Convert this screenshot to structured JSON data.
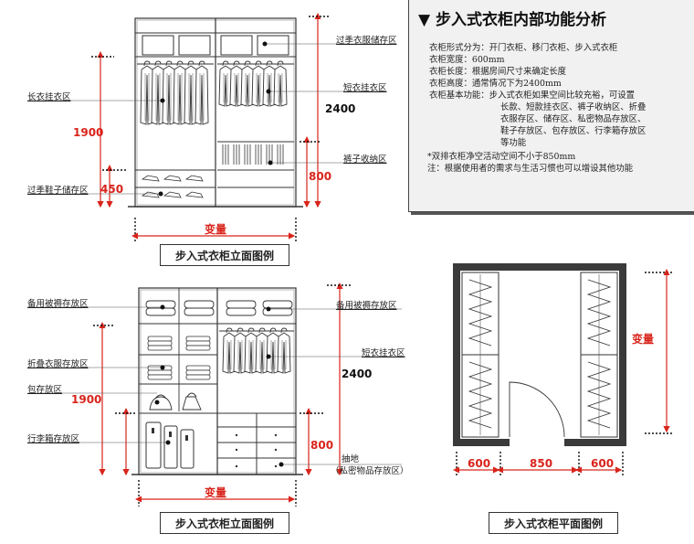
{
  "info_panel": {
    "title": "步入式衣柜内部功能分析",
    "lines": [
      "衣柜形式分为：开门衣柜、移门衣柜、步入式衣柜",
      "衣柜宽度：600mm",
      "衣柜长度：根据房间尺寸来确定长度",
      "衣柜高度：通常情况下为2400mm",
      "衣柜基本功能：步入式衣柜如果空间比较充裕，可设置",
      "长款、短款挂衣区、裤子收纳区、折叠",
      "衣服存区、储存区、私密物品存放区、",
      "鞋子存放区、包存放区、行李箱存放区",
      "等功能",
      "*双排衣柜净空活动空间不小于850mm",
      "注：根据使用者的需求与生活习惯也可以增设其他功能"
    ]
  },
  "top_elevation": {
    "caption": "步入式衣柜立面图例",
    "labels": {
      "long_hang": "长衣挂衣区",
      "shoe_storage": "过季鞋子储存区",
      "season_clothes": "过季衣服储存区",
      "short_hang": "短衣挂衣区",
      "pants": "裤子收纳区"
    },
    "dims": {
      "h1900": "1900",
      "h450": "450",
      "h2400": "2400",
      "h800": "800",
      "width": "变量"
    }
  },
  "bottom_elevation": {
    "caption": "步入式衣柜立面图例",
    "labels": {
      "quilt_left": "备用被褥存放区",
      "folded": "折叠衣服存放区",
      "bag": "包存放区",
      "luggage": "行李箱存放区",
      "quilt_right": "备用被褥存放区",
      "short_hang": "短衣挂衣区",
      "drawer": "抽地",
      "drawer_note": "（私密物品存放区）"
    },
    "dims": {
      "h1900": "1900",
      "h2400": "2400",
      "h800": "800",
      "width": "变量"
    }
  },
  "plan": {
    "caption": "步入式衣柜平面图例",
    "dims": {
      "left": "600",
      "middle": "850",
      "right": "600",
      "side": "变量"
    }
  },
  "colors": {
    "dimension": "#d9241b",
    "panel_bg": "#f1f1f1",
    "wall": "#3a3a3a"
  }
}
